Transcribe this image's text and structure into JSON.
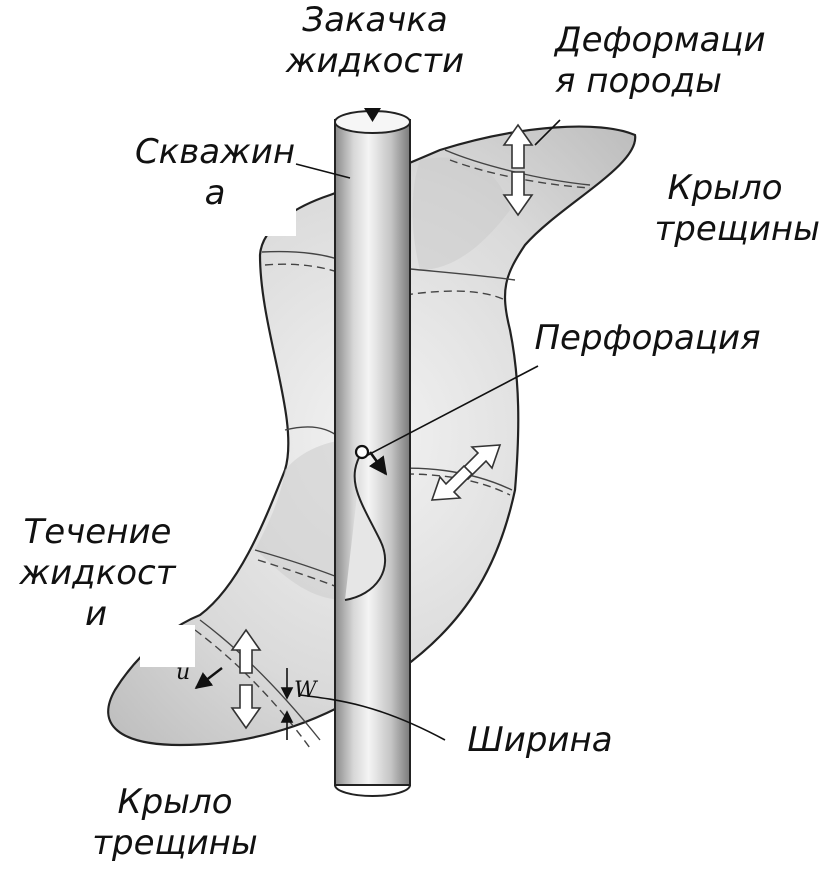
{
  "labels": {
    "injection": [
      "Закачка",
      "жидкости"
    ],
    "deformation": [
      "Деформаци",
      "я породы"
    ],
    "well": [
      "Скважин",
      "а"
    ],
    "wing_right": [
      "Крыло",
      "трещины"
    ],
    "perforation": "Перфорация",
    "flow": [
      "Течение",
      "жидкост",
      "и"
    ],
    "width": "Ширина",
    "wing_bottom": [
      "Крыло",
      "трещины"
    ]
  },
  "symbols": {
    "velocity": "u",
    "width": "W"
  }
}
